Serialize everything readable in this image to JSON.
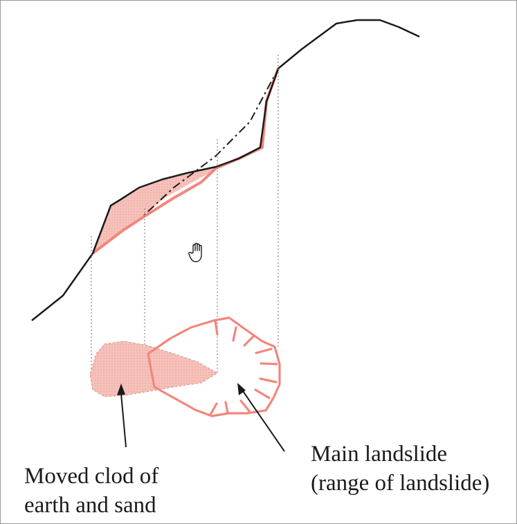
{
  "diagram": {
    "labels": {
      "moved_earth": [
        "Moved clod of",
        "earth and sand"
      ],
      "main_landslide": [
        "Main landslide",
        "(range of landslide)"
      ]
    },
    "colors": {
      "ground_line": "#1a1a1a",
      "landslide_line": "#f2867c",
      "moved_fill": "#f6c1ba",
      "guide_line": "#8a8a8a",
      "text": "#1a1a1a"
    },
    "icons": {
      "cursor": "hand-cursor-icon"
    }
  }
}
